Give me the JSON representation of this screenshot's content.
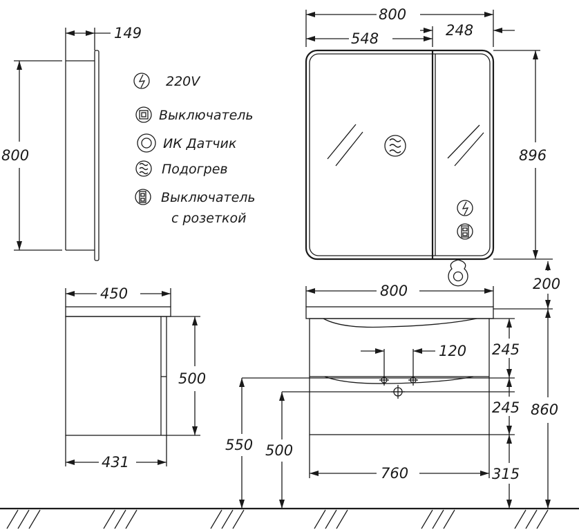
{
  "dimensions": {
    "mirror_side_depth": "149",
    "mirror_side_height": "800",
    "mirror_width": "800",
    "mirror_left_panel_width": "548",
    "mirror_right_panel_width": "248",
    "mirror_height": "896",
    "mirror_above_sink": "200",
    "cabinet_side_top_depth": "450",
    "cabinet_side_height": "500",
    "cabinet_side_bottom_depth": "431",
    "cabinet_top_width": "800",
    "pipe_spacing": "120",
    "upper_section_height": "245",
    "lower_section_height": "245",
    "total_height": "860",
    "pipe_height_upper": "550",
    "pipe_height_lower": "500",
    "cabinet_body_width": "760",
    "floor_clearance": "315"
  },
  "legend": {
    "power": "220V",
    "switch": "Выключатель",
    "ir_sensor": "ИК Датчик",
    "heating": "Подогрев",
    "switch_socket_line1": "Выключатель",
    "switch_socket_line2": "с розеткой"
  }
}
